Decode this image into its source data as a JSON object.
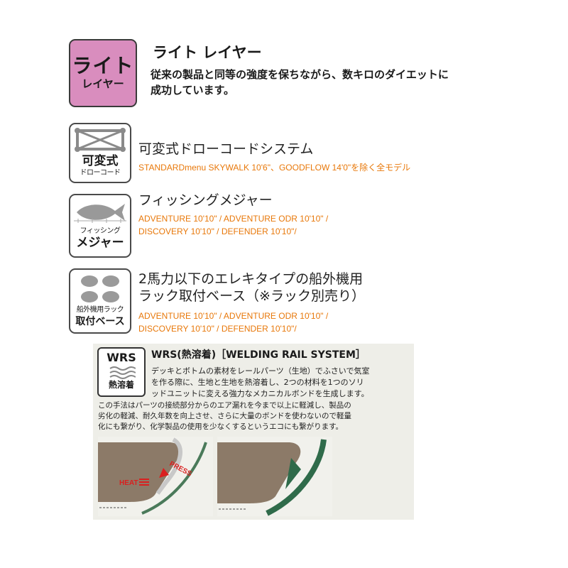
{
  "light_layer": {
    "badge_main": "ライト",
    "badge_sub": "レイヤー",
    "title": "ライト レイヤー",
    "desc_line1": "従来の製品と同等の強度を保ちながら、数キロのダイエットに",
    "desc_line2": "成功しています。"
  },
  "drawcord": {
    "badge_big": "可変式",
    "badge_small": "ドローコード",
    "icon": "drawcord-frame-icon",
    "title": "可変式ドローコードシステム",
    "models": "STANDARDmenu SKYWALK 10'6\"、GOODFLOW 14'0\"を除く全モデル"
  },
  "fishing": {
    "badge_small": "フィッシング",
    "badge_big": "メジャー",
    "icon": "fish-icon",
    "title": "フィッシングメジャー",
    "models_line1": "ADVENTURE 10'10\" / ADVENTURE ODR 10'10\" /",
    "models_line2": "DISCOVERY 10'10\" / DEFENDER 10'10\"/"
  },
  "motor_mount": {
    "badge_small": "船外機用ラック",
    "badge_big": "取付ベース",
    "icon": "mount-pads-icon",
    "title_line1": "2馬力以下のエレキタイプの船外機用",
    "title_line2": "ラック取付ベース（※ラック別売り）",
    "models_line1": "ADVENTURE 10'10\" / ADVENTURE ODR 10'10\" /",
    "models_line2": "DISCOVERY 10'10\" / DEFENDER 10'10\"/"
  },
  "wrs": {
    "badge_top": "WRS",
    "badge_bottom": "熱溶着",
    "icon": "heat-wave-icon",
    "title": "WRS(熱溶着)［WELDING RAIL SYSTEM］",
    "text_line1": "デッキとボトムの素材をレールパーツ（生地）でふさいで気室",
    "text_line2": "を作る際に、生地と生地を熱溶着し、2つの材料を1つのソリ",
    "text_line3": "ッドユニットに変える強力なメカニカルボンドを生成します。",
    "text_line4": "この手法はパーツの接続部分からのエア漏れを今まで以上に軽減し、製品の",
    "text_line5": "劣化の軽減、耐久年数を向上させ、さらに大量のボンドを使わないので軽量",
    "text_line6": "化にも繋がり、化学製品の使用を少なくするというエコにも繋がります。",
    "diagram_heat": "HEAT",
    "diagram_press": "PRESS"
  }
}
